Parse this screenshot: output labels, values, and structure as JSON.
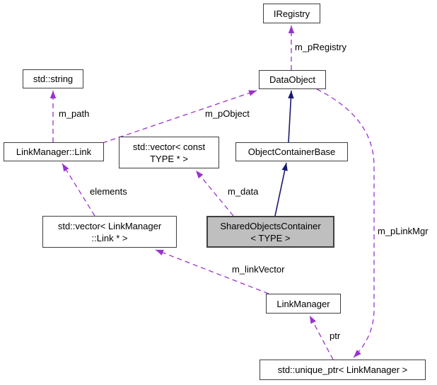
{
  "diagram": {
    "colors": {
      "background": "#ffffff",
      "usage_edge": "#9a32cd",
      "inheritance_edge": "#191970",
      "node_border": "#3f3f3f",
      "node_fill": "#ffffff",
      "selected_node_fill": "#bfbfbf",
      "text": "#000000"
    },
    "nodes": [
      {
        "id": "iregistry",
        "label": "IRegistry",
        "selected": false
      },
      {
        "id": "dataobject",
        "label": "DataObject",
        "selected": false
      },
      {
        "id": "stdstring",
        "label": "std::string",
        "selected": false
      },
      {
        "id": "lmlink",
        "label": "LinkManager::Link",
        "selected": false
      },
      {
        "id": "vecconst",
        "label": "std::vector< const\nTYPE * >",
        "selected": false
      },
      {
        "id": "ocb",
        "label": "ObjectContainerBase",
        "selected": false
      },
      {
        "id": "soc",
        "label": "SharedObjectsContainer\n< TYPE >",
        "selected": true
      },
      {
        "id": "veclink",
        "label": "std::vector< LinkManager\n::Link * >",
        "selected": false
      },
      {
        "id": "linkmanager",
        "label": "LinkManager",
        "selected": false
      },
      {
        "id": "uniqueptr",
        "label": "std::unique_ptr< LinkManager >",
        "selected": false
      }
    ],
    "edges": [
      {
        "from": "DataObject",
        "to": "IRegistry",
        "label": "m_pRegistry",
        "kind": "usage"
      },
      {
        "from": "LinkManager::Link",
        "to": "std::string",
        "label": "m_path",
        "kind": "usage"
      },
      {
        "from": "LinkManager::Link",
        "to": "DataObject",
        "label": "m_pObject",
        "kind": "usage"
      },
      {
        "from": "std::vector< LinkManager::Link * >",
        "to": "LinkManager::Link",
        "label": "elements",
        "kind": "usage"
      },
      {
        "from": "SharedObjectsContainer< TYPE >",
        "to": "std::vector< const TYPE * >",
        "label": "m_data",
        "kind": "usage"
      },
      {
        "from": "LinkManager",
        "to": "std::vector< LinkManager::Link * >",
        "label": "m_linkVector",
        "kind": "usage"
      },
      {
        "from": "DataObject",
        "to": "std::unique_ptr< LinkManager >",
        "label": "m_pLinkMgr",
        "kind": "usage"
      },
      {
        "from": "std::unique_ptr< LinkManager >",
        "to": "LinkManager",
        "label": "ptr",
        "kind": "usage"
      },
      {
        "from": "ObjectContainerBase",
        "to": "DataObject",
        "label": "",
        "kind": "inheritance"
      },
      {
        "from": "SharedObjectsContainer< TYPE >",
        "to": "ObjectContainerBase",
        "label": "",
        "kind": "inheritance"
      }
    ]
  }
}
